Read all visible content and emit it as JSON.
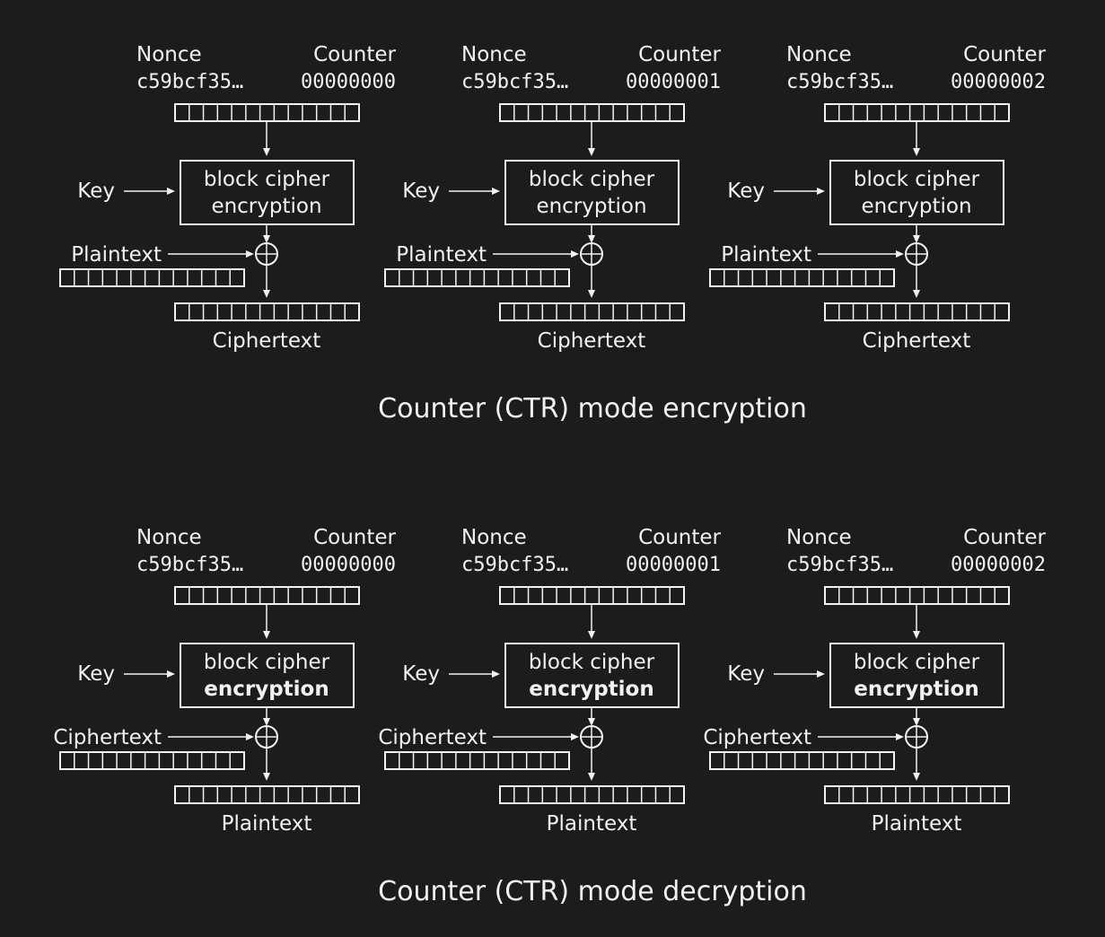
{
  "colors": {
    "background": "#1c1c1e",
    "foreground": "#f2f2f2"
  },
  "encryption": {
    "caption": "Counter (CTR) mode encryption",
    "blocks": [
      {
        "nonce_label": "Nonce",
        "counter_label": "Counter",
        "nonce_value": "c59bcf35…",
        "counter_value": "00000000",
        "key_label": "Key",
        "cipher_line1": "block cipher",
        "cipher_line2": "encryption",
        "input_label": "Plaintext",
        "output_label": "Ciphertext"
      },
      {
        "nonce_label": "Nonce",
        "counter_label": "Counter",
        "nonce_value": "c59bcf35…",
        "counter_value": "00000001",
        "key_label": "Key",
        "cipher_line1": "block cipher",
        "cipher_line2": "encryption",
        "input_label": "Plaintext",
        "output_label": "Ciphertext"
      },
      {
        "nonce_label": "Nonce",
        "counter_label": "Counter",
        "nonce_value": "c59bcf35…",
        "counter_value": "00000002",
        "key_label": "Key",
        "cipher_line1": "block cipher",
        "cipher_line2": "encryption",
        "input_label": "Plaintext",
        "output_label": "Ciphertext"
      }
    ]
  },
  "decryption": {
    "caption": "Counter (CTR) mode decryption",
    "blocks": [
      {
        "nonce_label": "Nonce",
        "counter_label": "Counter",
        "nonce_value": "c59bcf35…",
        "counter_value": "00000000",
        "key_label": "Key",
        "cipher_line1": "block cipher",
        "cipher_line2": "encryption",
        "input_label": "Ciphertext",
        "output_label": "Plaintext"
      },
      {
        "nonce_label": "Nonce",
        "counter_label": "Counter",
        "nonce_value": "c59bcf35…",
        "counter_value": "00000001",
        "key_label": "Key",
        "cipher_line1": "block cipher",
        "cipher_line2": "encryption",
        "input_label": "Ciphertext",
        "output_label": "Plaintext"
      },
      {
        "nonce_label": "Nonce",
        "counter_label": "Counter",
        "nonce_value": "c59bcf35…",
        "counter_value": "00000002",
        "key_label": "Key",
        "cipher_line1": "block cipher",
        "cipher_line2": "encryption",
        "input_label": "Ciphertext",
        "output_label": "Plaintext"
      }
    ]
  }
}
